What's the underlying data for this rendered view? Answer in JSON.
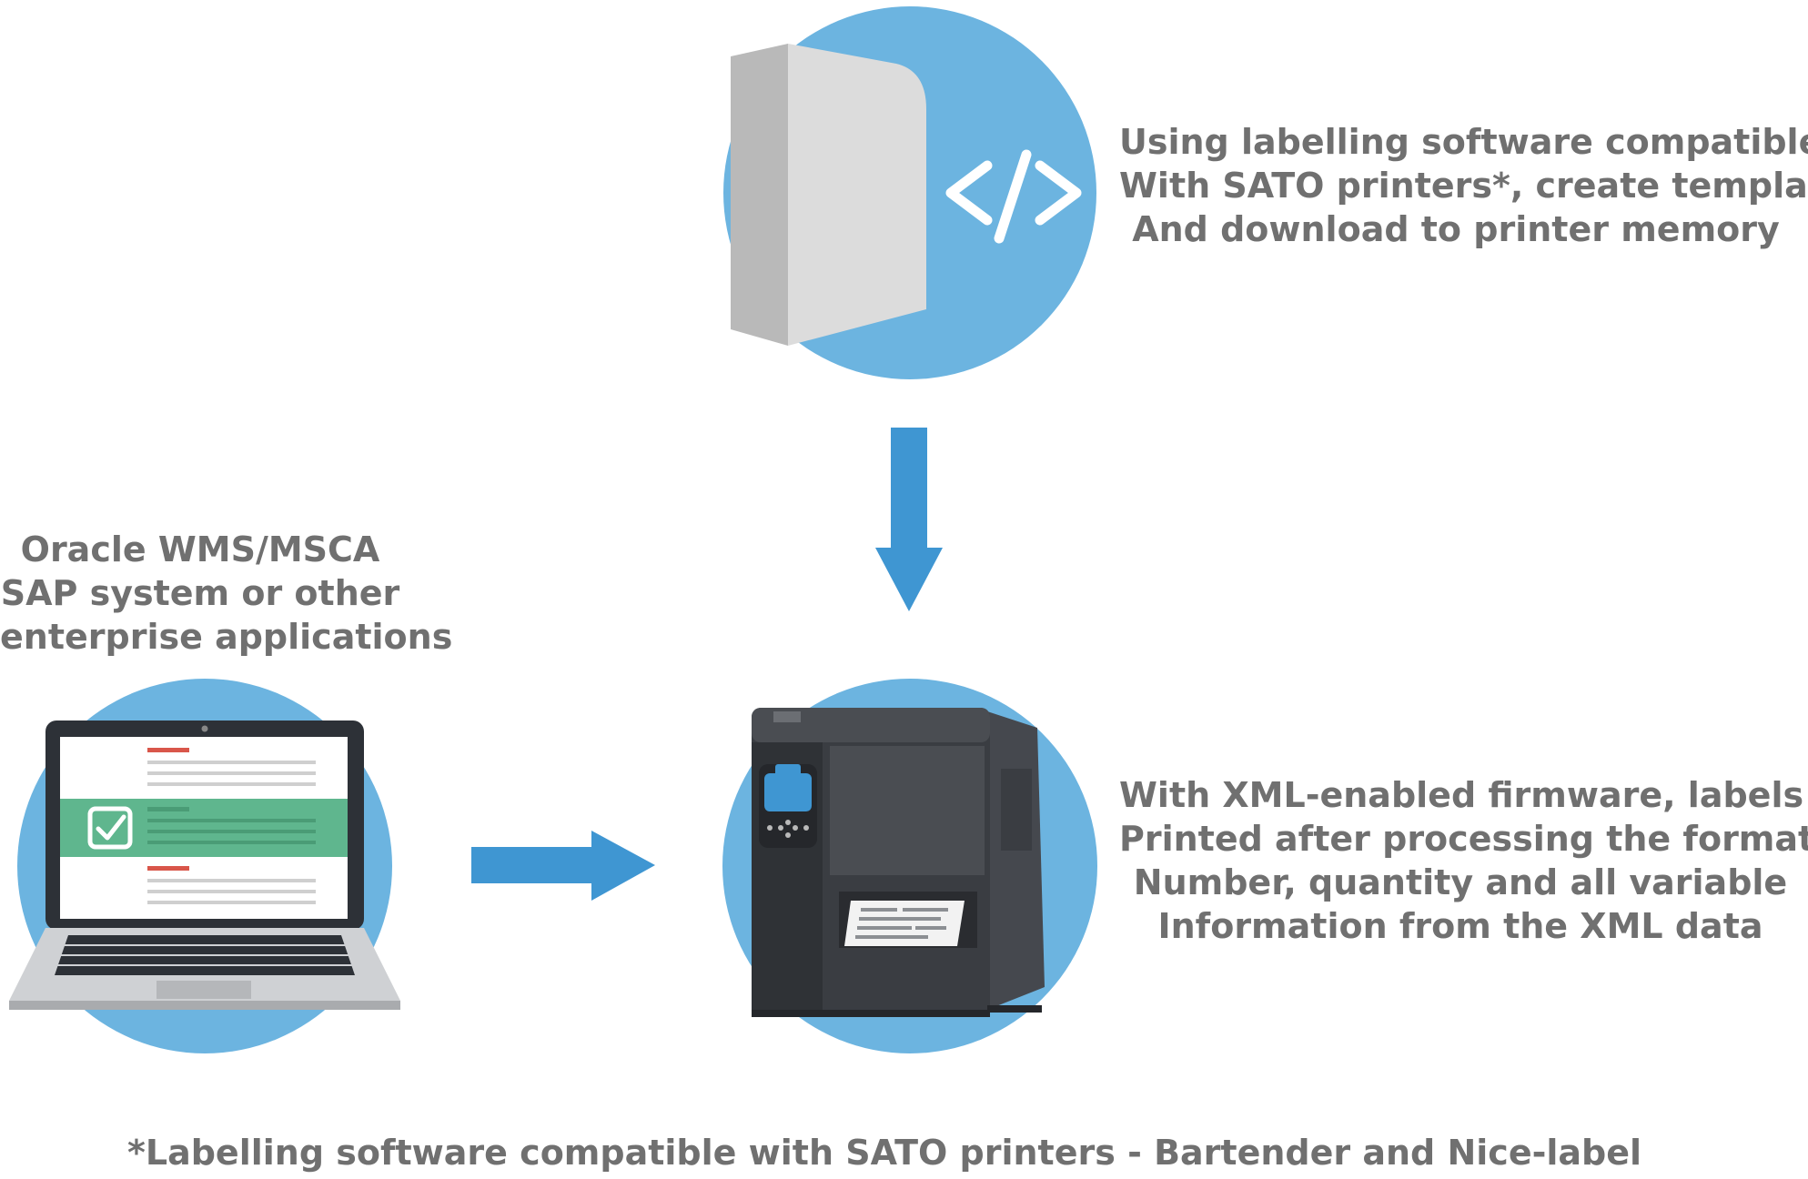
{
  "colors": {
    "circle": "#6cb4e0",
    "arrow": "#3f96d2",
    "text": "#707070",
    "check_band": "#5fb68e",
    "accent_red": "#d9564a"
  },
  "icons": [
    "software-box-icon",
    "code-icon",
    "laptop-icon",
    "check-icon",
    "printer-icon"
  ],
  "captions": {
    "software": [
      "Using labelling software compatible",
      "With SATO printers*, create templates",
      "And download to printer memory"
    ],
    "erp": [
      "Oracle WMS/MSCA",
      "SAP system or other",
      "enterprise applications"
    ],
    "printer": [
      "With XML-enabled firmware, labels are",
      "Printed after processing the format",
      "Number, quantity and all variable",
      "Information from the XML data"
    ],
    "footnote": "*Labelling software compatible with SATO printers - Bartender and Nice-label"
  }
}
